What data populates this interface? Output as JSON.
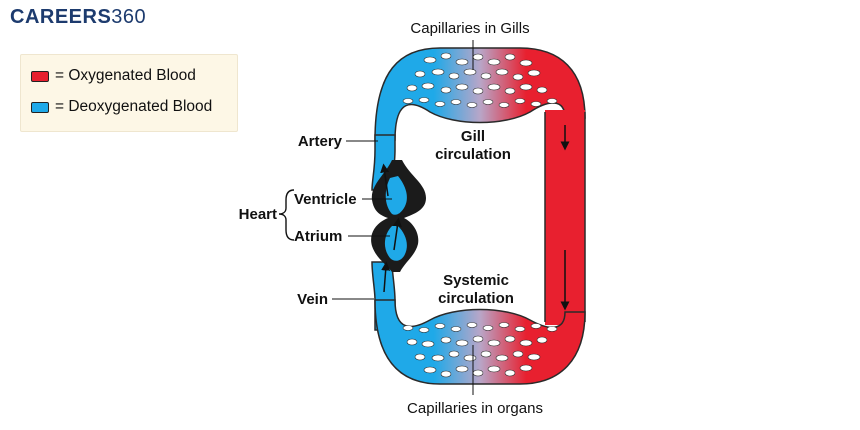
{
  "logo": {
    "text": "CAREERS",
    "number": "360"
  },
  "colors": {
    "oxygenated": "#e8202f",
    "deoxygenated": "#1fa9e8",
    "heart": "#1b1b1b",
    "logo": "#1d3b6e"
  },
  "legend": {
    "oxygenated_label": "= Oxygenated Blood",
    "deoxygenated_label": "= Deoxygenated Blood"
  },
  "labels": {
    "capillaries_gills": "Capillaries in Gills",
    "gill_circulation_line1": "Gill",
    "gill_circulation_line2": "circulation",
    "systemic_circulation_line1": "Systemic",
    "systemic_circulation_line2": "circulation",
    "capillaries_organs": "Capillaries in organs",
    "artery": "Artery",
    "heart": "Heart",
    "ventricle": "Ventricle",
    "atrium": "Atrium",
    "vein": "Vein"
  }
}
